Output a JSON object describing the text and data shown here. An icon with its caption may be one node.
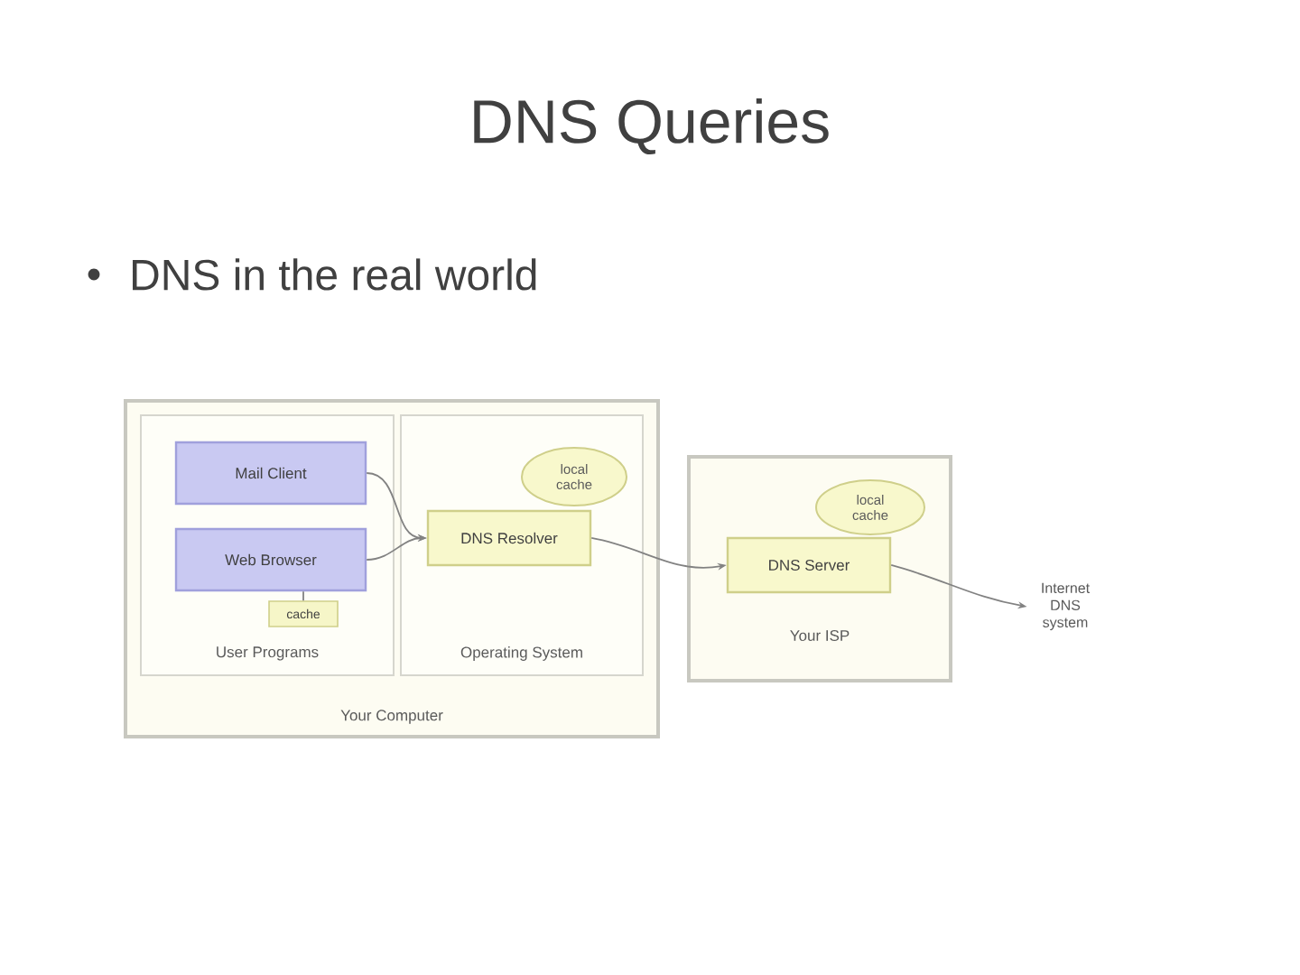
{
  "diagram": {
    "title": "DNS Queries",
    "nodes": [
      {
        "text": [
          "Your Computer"
        ]
      },
      {
        "text": [
          "User Programs"
        ],
        "in": 0
      },
      {
        "text": [
          "Mail Client"
        ],
        "in": 1
      },
      {
        "text": [
          "Web Browser"
        ],
        "in": 1
      },
      {
        "text": [
          "cache"
        ],
        "in": 1
      },
      {
        "text": [
          "Operating System"
        ],
        "in": 0
      },
      {
        "text": [
          "local cache"
        ],
        "in": 5
      },
      {
        "text": [
          "DNS Resolver"
        ],
        "in": 5
      },
      {
        "text": [
          "Your ISP"
        ]
      },
      {
        "text": [
          "local cache"
        ],
        "in": 8
      },
      {
        "text": [
          "DNS Server"
        ],
        "in": 8
      },
      {
        "text": [
          "Internet DNS system"
        ]
      }
    ],
    "edges": [
      {
        "from": 2,
        "to": 7,
        "arrow": "to"
      },
      {
        "from": 3,
        "to": 7,
        "arrow": "to"
      },
      {
        "from": 3,
        "to": 4,
        "arrow": "none"
      },
      {
        "from": 7,
        "to": 10,
        "arrow": "to"
      },
      {
        "from": 10,
        "to": 11,
        "arrow": "to"
      }
    ],
    "labels": [
      "DNS in the real world"
    ]
  }
}
